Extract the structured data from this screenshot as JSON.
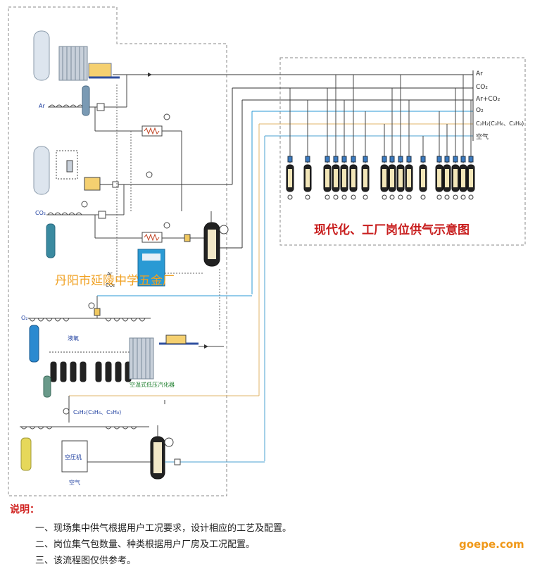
{
  "diagram": {
    "title": "现代化、工厂岗位供气示意图",
    "watermark": "丹阳市延陵中学五金厂",
    "gas_lines": [
      "Ar",
      "CO₂",
      "Ar+CO₂",
      "O₂",
      "C₂H₂(C₃H₆、C₃H₈)",
      "空气"
    ],
    "labels": {
      "ar": "Ar",
      "co2": "CO₂",
      "co2_panel_ar": "Ar",
      "co2_panel_co2": "CO₂",
      "o2": "O₂",
      "liquid_oxygen": "液氧",
      "vaporizer": "空温式低压汽化器",
      "acetylene": "C₂H₂(C₃H₆、C₃H₈)",
      "compressor": "空压机",
      "air": "空气"
    },
    "colors": {
      "ar_line": "#333333",
      "co2_line": "#333333",
      "o2_line": "#2a9ad4",
      "c2h2_line": "#e0b468",
      "air_line": "#4aa0d0",
      "title": "#c81e1e"
    }
  },
  "notes": {
    "heading": "说明：",
    "items": [
      "一、现场集中供气根据用户工况要求，设计相应的工艺及配置。",
      "二、岗位集气包数量、种类根据用户厂房及工况配置。",
      "三、该流程图仅供参考。"
    ]
  },
  "brand": "goepe.com"
}
